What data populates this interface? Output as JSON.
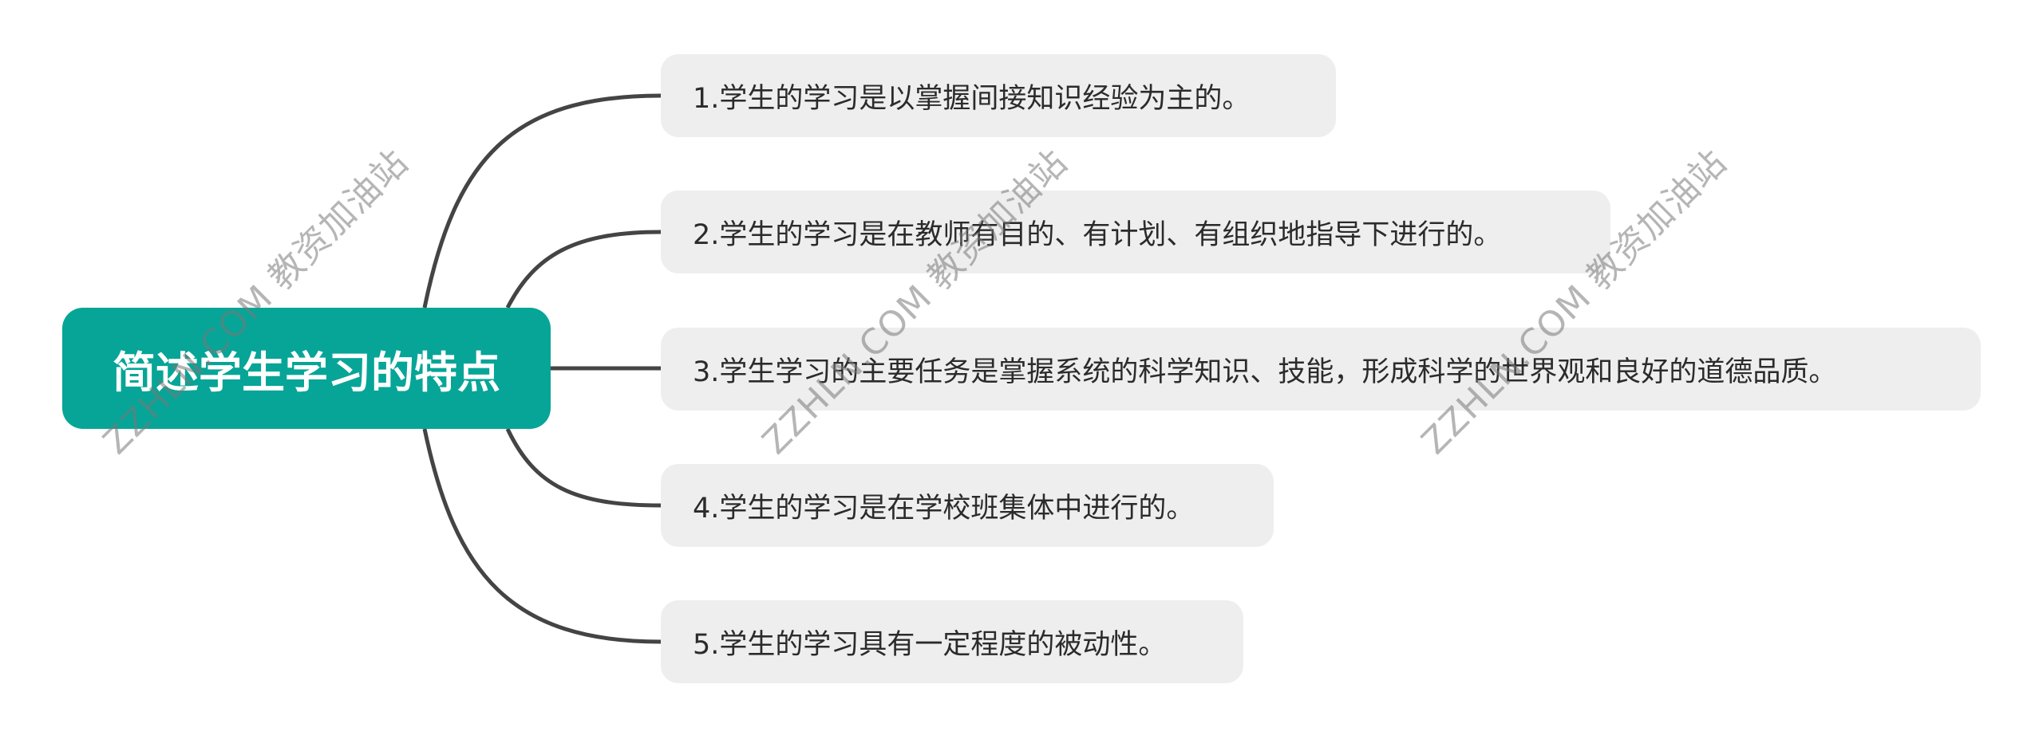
{
  "mindmap": {
    "root": {
      "label": "简述学生学习的特点",
      "color": "#06a597"
    },
    "branches": [
      {
        "label": "1.学生的学习是以掌握间接知识经验为主的。"
      },
      {
        "label": "2.学生的学习是在教师有目的、有计划、有组织地指导下进行的。"
      },
      {
        "label": "3.学生学习的主要任务是掌握系统的科学知识、技能，形成科学的世界观和良好的道德品质。"
      },
      {
        "label": "4.学生的学习是在学校班集体中进行的。"
      },
      {
        "label": "5.学生的学习具有一定程度的被动性。"
      }
    ],
    "connector_color": "#444444",
    "branch_color": "#eeeeee"
  },
  "watermark": {
    "text": "ZZHLN.COM 教资加油站"
  }
}
